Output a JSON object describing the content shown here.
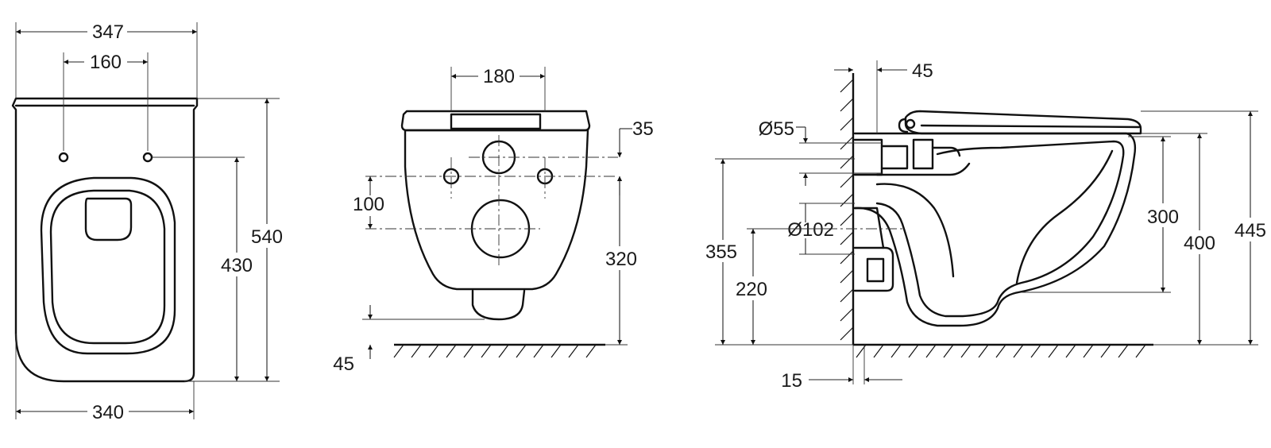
{
  "front_view": {
    "dims": {
      "overall_width_top": "347",
      "mounting_bolt_spacing": "160",
      "overall_height": "540",
      "bolt_height": "430",
      "overall_width_bottom": "340"
    }
  },
  "back_view": {
    "dims": {
      "bolt_spacing": "180",
      "bolt_offset": "35",
      "outlet_offset": "100",
      "outlet_height": "320",
      "bottom_clearance": "45"
    }
  },
  "side_view": {
    "dims": {
      "wall_gap": "45",
      "inlet_diameter": "Ø55",
      "outlet_diameter": "Ø102",
      "inlet_height": "355",
      "outlet_height": "220",
      "bowl_depth": "300",
      "rim_height": "400",
      "total_height": "445",
      "wall_offset": "15"
    }
  }
}
